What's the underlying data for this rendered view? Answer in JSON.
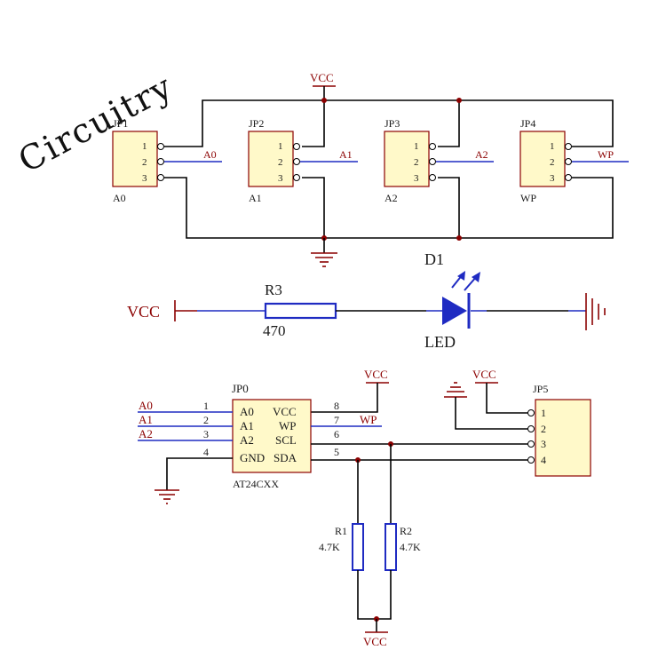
{
  "title": "Circuitry",
  "vcc": "VCC",
  "jumpers": [
    {
      "ref": "JP1",
      "bottom": "A0",
      "net": "A0",
      "pins": [
        "1",
        "2",
        "3"
      ]
    },
    {
      "ref": "JP2",
      "bottom": "A1",
      "net": "A1",
      "pins": [
        "1",
        "2",
        "3"
      ]
    },
    {
      "ref": "JP3",
      "bottom": "A2",
      "net": "A2",
      "pins": [
        "1",
        "2",
        "3"
      ]
    },
    {
      "ref": "JP4",
      "bottom": "WP",
      "net": "WP",
      "pins": [
        "1",
        "2",
        "3"
      ]
    }
  ],
  "led_section": {
    "vcc": "VCC",
    "resistor_ref": "R3",
    "resistor_value": "470",
    "led_ref": "D1",
    "led_label": "LED"
  },
  "eeprom": {
    "ref": "JP0",
    "part": "AT24CXX",
    "left_nets": [
      "A0",
      "A1",
      "A2"
    ],
    "left_pin_numbers": [
      "1",
      "2",
      "3",
      "4"
    ],
    "right_pin_numbers": [
      "8",
      "7",
      "6",
      "5"
    ],
    "inner_left": [
      "A0",
      "A1",
      "A2",
      "GND"
    ],
    "inner_right": [
      "VCC",
      "WP",
      "SCL",
      "SDA"
    ],
    "wp_net": "WP",
    "vcc_top": "VCC"
  },
  "header": {
    "ref": "JP5",
    "vcc": "VCC",
    "pins": [
      "1",
      "2",
      "3",
      "4"
    ]
  },
  "pullups": {
    "r1_ref": "R1",
    "r1_value": "4.7K",
    "r2_ref": "R2",
    "r2_value": "4.7K",
    "vcc_bottom": "VCC"
  }
}
